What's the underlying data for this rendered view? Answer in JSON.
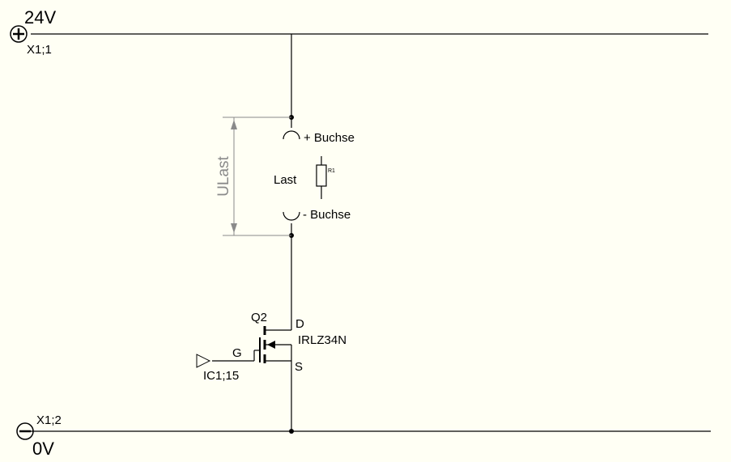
{
  "rails": {
    "top_voltage": "24V",
    "top_terminal": "X1;1",
    "bottom_voltage": "0V",
    "bottom_terminal": "X1;2"
  },
  "load": {
    "plus_socket": "+ Buchse",
    "minus_socket": "- Buchse",
    "label": "Last",
    "resistor_ref": "R1",
    "dimension_label": "ULast"
  },
  "mosfet": {
    "ref": "Q2",
    "part": "IRLZ34N",
    "drain": "D",
    "gate": "G",
    "source": "S",
    "gate_signal": "IC1;15"
  },
  "colors": {
    "background": "#fffff4",
    "wire": "#000000",
    "dimension": "#8a8a8a"
  }
}
